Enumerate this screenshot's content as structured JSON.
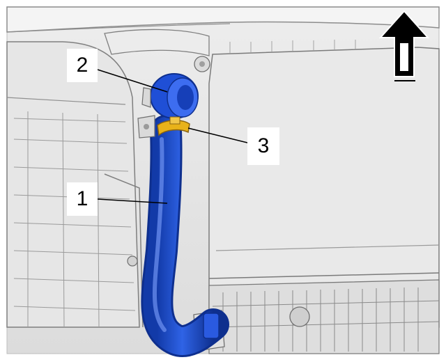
{
  "callouts": [
    {
      "id": "1",
      "label": "1"
    },
    {
      "id": "2",
      "label": "2"
    },
    {
      "id": "3",
      "label": "3"
    }
  ],
  "colors": {
    "hose": "#1f4fd6",
    "hose_highlight": "#5c86f0",
    "clamp": "#e8b21a",
    "background_gray": "#e4e4e4",
    "line_gray": "#9a9a9a",
    "arrow": "#000000"
  },
  "icons": {
    "orientation_arrow": "up-arrow-icon"
  }
}
